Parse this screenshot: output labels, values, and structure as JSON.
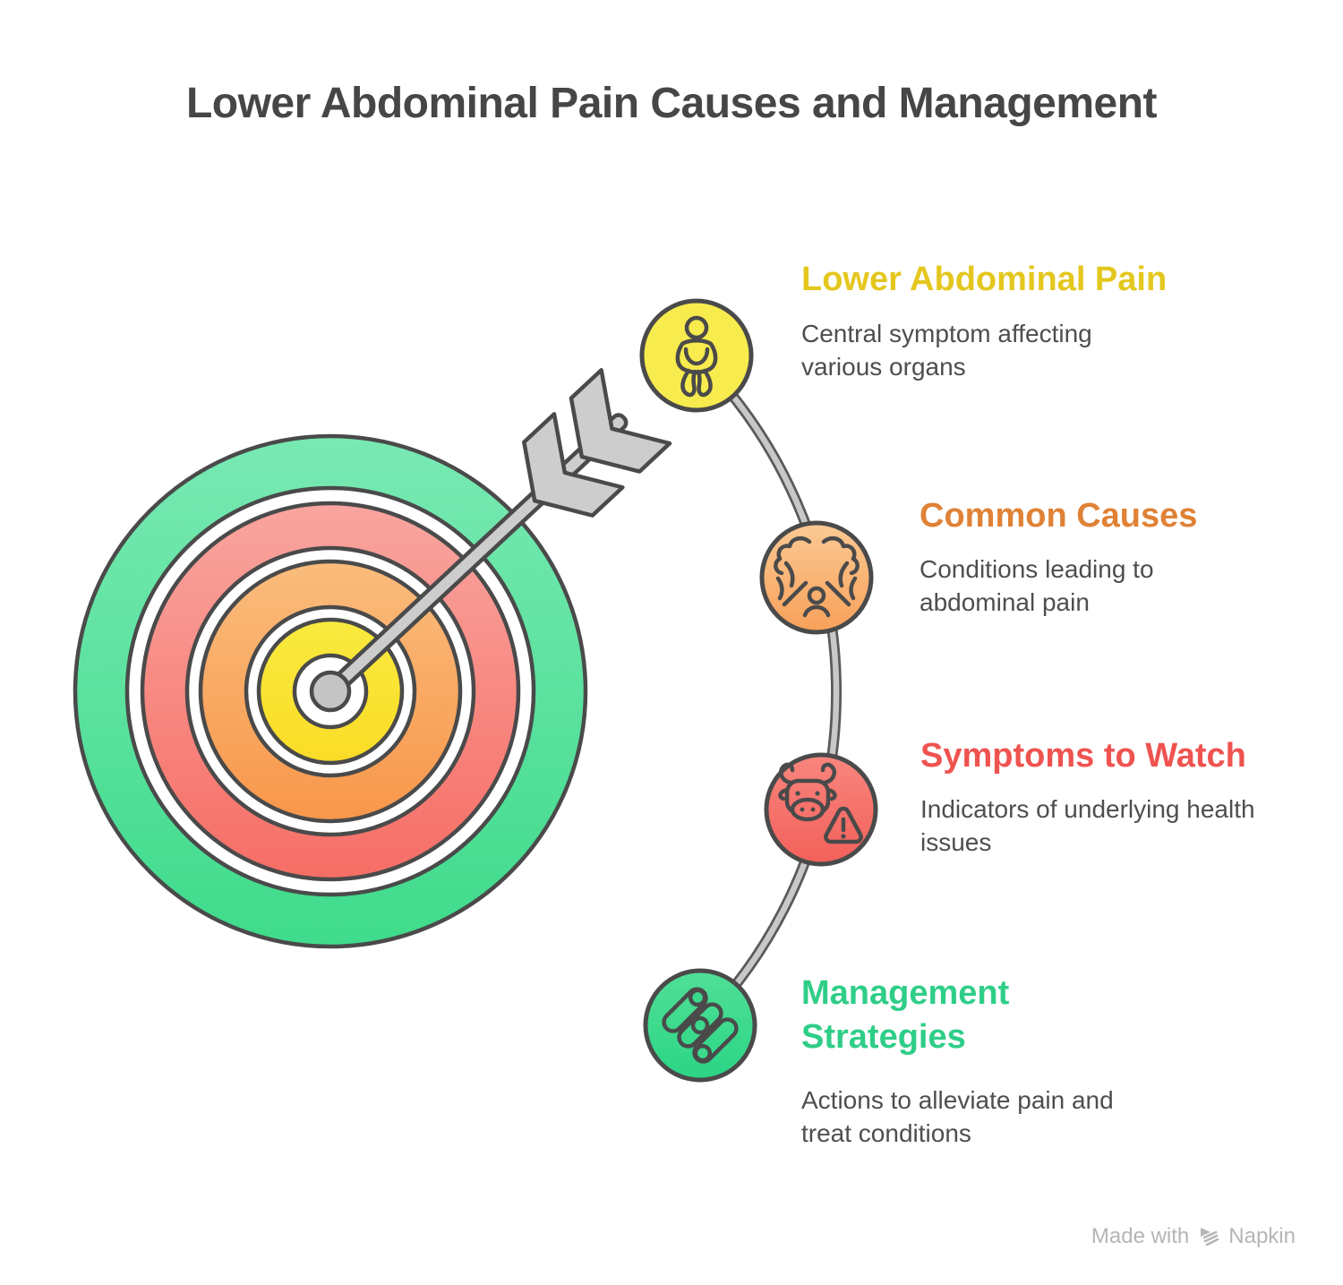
{
  "title": "Lower Abdominal Pain Causes and Management",
  "sections": [
    {
      "heading": "Lower Abdominal Pain",
      "body": "Central symptom affecting various organs",
      "color": "#E4C71E",
      "icon": "person-abdominal-pain-icon"
    },
    {
      "heading": "Common Causes",
      "body": "Conditions leading to abdominal pain",
      "color": "#E08236",
      "icon": "stress-causes-icon"
    },
    {
      "heading": "Symptoms to Watch",
      "body": "Indicators of underlying health issues",
      "color": "#EF5350",
      "icon": "cow-warning-icon"
    },
    {
      "heading": "Management Strategies",
      "body": "Actions to alleviate pain and treat conditions",
      "color": "#2FCE88",
      "icon": "treatment-bandages-icon"
    }
  ],
  "footer": {
    "label": "Made with",
    "brand": "Napkin"
  },
  "colors": {
    "outline": "#4A4A4A",
    "white": "#FFFFFF",
    "connector_outline": "#5A5A5A",
    "connector_fill": "#C8C8C8",
    "arrow_fill": "#CDCDCD",
    "bullseye_dot": "#C4C4C4",
    "target": {
      "green_top": "#79E9B3",
      "green_bottom": "#3FDB8B",
      "red_top": "#F9A59F",
      "red_bottom": "#F66E66",
      "orange_top": "#FABC7C",
      "orange_bottom": "#F8974B",
      "yellow_top": "#F9EA3F",
      "yellow_bottom": "#FADC26"
    },
    "nodes": {
      "yellow": "#F7EB4D",
      "orange_top": "#FBC994",
      "orange_bottom": "#F8A159",
      "red_top": "#F8867E",
      "red_bottom": "#F3605A",
      "red_mid": "#F5736C",
      "green_top": "#50DF97",
      "green_bottom": "#2BD584",
      "green_mid": "#3BD98C"
    }
  }
}
